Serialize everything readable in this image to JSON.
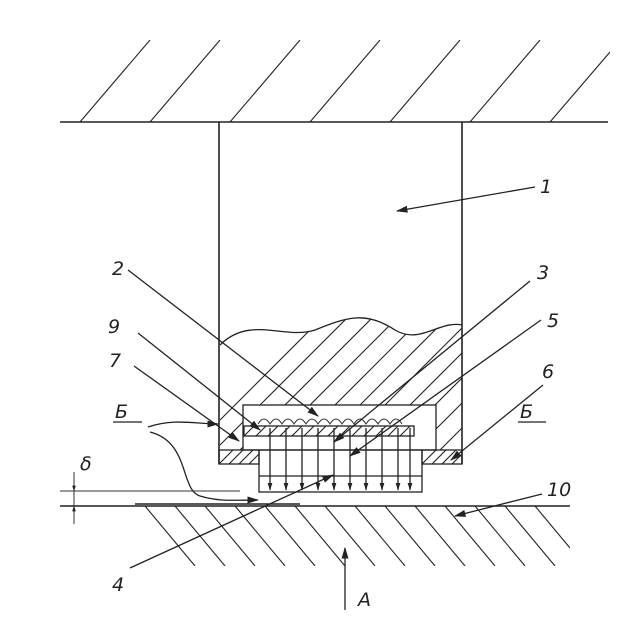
{
  "figure": {
    "labels": {
      "part_1": "1",
      "part_2": "2",
      "part_3": "3",
      "part_4": "4",
      "part_5": "5",
      "part_6": "6",
      "part_7": "7",
      "part_9": "9",
      "part_10": "10",
      "section_left": "Б",
      "section_right": "Б",
      "gap": "δ",
      "view_arrow": "A"
    },
    "colors": {
      "line": "#222222",
      "background": "#ffffff"
    }
  }
}
